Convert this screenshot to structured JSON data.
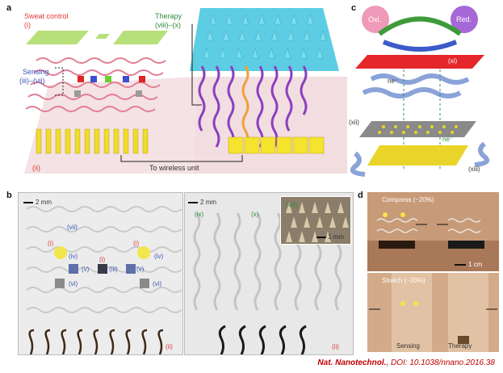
{
  "panels": {
    "a": {
      "letter": "a",
      "sweat_control": "Sweat control",
      "sweat_control_num": "(i)",
      "sensing": "Sensing",
      "sensing_num": "(iii)–(vii)",
      "therapy": "Therapy",
      "therapy_num": "(viii)–(x)",
      "substrate_num": "(ii)",
      "wireless": "To wireless unit"
    },
    "b": {
      "letter": "b",
      "scale_left": "2 mm",
      "scale_right": "2 mm",
      "scale_inset": "1 mm",
      "labels_left": [
        "(vii)",
        "(i)",
        "(i)",
        "(iv)",
        "(iv)",
        "(i)",
        "(v)",
        "(iii)",
        "(v)",
        "(vi)",
        "(vi)",
        "(ii)"
      ],
      "labels_right": [
        "(ix)",
        "(x)",
        "(viii)",
        "(ii)"
      ]
    },
    "c": {
      "letter": "c",
      "oxi": "Oxi.",
      "red": "Red.",
      "xi": "(xi)",
      "ne_top": "ne⁻",
      "ne_bottom": "ne⁻",
      "xii": "(xii)",
      "xiii": "(xiii)"
    },
    "d": {
      "letter": "d",
      "compress": "Compress (~20%)",
      "stretch": "Stretch (~20%)",
      "scale": "1 cm",
      "sensing": "Sensing",
      "therapy": "Therapy"
    }
  },
  "citation": {
    "journal": "Nat. Nanotechnol.",
    "doi": ", DOI: 10.1038/nnano.2016.38"
  },
  "colors": {
    "pink_substrate": "#f2dde0",
    "therapy_cyan": "#5ccde3",
    "sweat_green": "#b8e07a",
    "serpentine_pink": "#e27c92",
    "serpentine_purple": "#8a3fbf",
    "gold": "#f0dc2a",
    "citation_red": "#c00000"
  }
}
